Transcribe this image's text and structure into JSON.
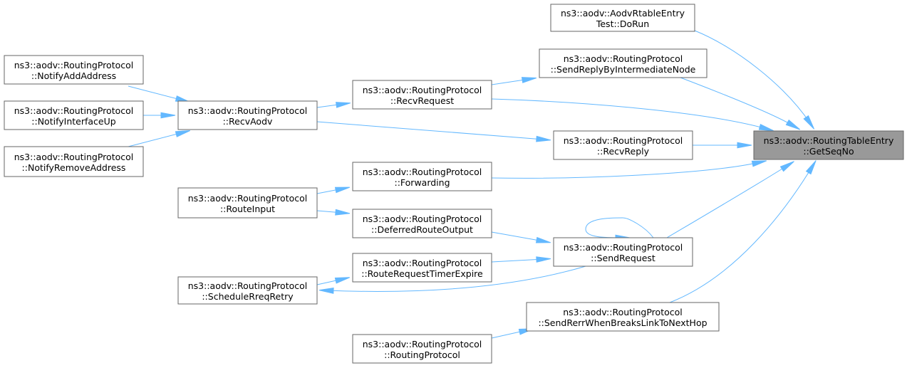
{
  "colors": {
    "edge": "#63b8ff",
    "node_border": "#666666",
    "node_fill": "#ffffff",
    "target_fill": "#999999"
  },
  "nodes": [
    {
      "id": "getseqno",
      "target": true,
      "lines": [
        "ns3::aodv::RoutingTableEntry",
        "::GetSeqNo"
      ]
    },
    {
      "id": "dorun",
      "lines": [
        "ns3::aodv::AodvRtableEntry",
        "Test::DoRun"
      ]
    },
    {
      "id": "sendreplyint",
      "lines": [
        "ns3::aodv::RoutingProtocol",
        "::SendReplyByIntermediateNode"
      ]
    },
    {
      "id": "recvrequest",
      "lines": [
        "ns3::aodv::RoutingProtocol",
        "::RecvRequest"
      ]
    },
    {
      "id": "recvaodv",
      "lines": [
        "ns3::aodv::RoutingProtocol",
        "::RecvAodv"
      ]
    },
    {
      "id": "notifyadd",
      "lines": [
        "ns3::aodv::RoutingProtocol",
        "::NotifyAddAddress"
      ]
    },
    {
      "id": "notifyup",
      "lines": [
        "ns3::aodv::RoutingProtocol",
        "::NotifyInterfaceUp"
      ]
    },
    {
      "id": "notifyremove",
      "lines": [
        "ns3::aodv::RoutingProtocol",
        "::NotifyRemoveAddress"
      ]
    },
    {
      "id": "recvreply",
      "lines": [
        "ns3::aodv::RoutingProtocol",
        "::RecvReply"
      ]
    },
    {
      "id": "forwarding",
      "lines": [
        "ns3::aodv::RoutingProtocol",
        "::Forwarding"
      ]
    },
    {
      "id": "routeinput",
      "lines": [
        "ns3::aodv::RoutingProtocol",
        "::RouteInput"
      ]
    },
    {
      "id": "deferred",
      "lines": [
        "ns3::aodv::RoutingProtocol",
        "::DeferredRouteOutput"
      ]
    },
    {
      "id": "sendrequest",
      "lines": [
        "ns3::aodv::RoutingProtocol",
        "::SendRequest"
      ]
    },
    {
      "id": "rrtimer",
      "lines": [
        "ns3::aodv::RoutingProtocol",
        "::RouteRequestTimerExpire"
      ]
    },
    {
      "id": "schedretry",
      "lines": [
        "ns3::aodv::RoutingProtocol",
        "::ScheduleRreqRetry"
      ]
    },
    {
      "id": "sendrerr",
      "lines": [
        "ns3::aodv::RoutingProtocol",
        "::SendRerrWhenBreaksLinkToNextHop"
      ]
    },
    {
      "id": "rpctor",
      "lines": [
        "ns3::aodv::RoutingProtocol",
        "::RoutingProtocol"
      ]
    }
  ],
  "edges": [
    {
      "from": "dorun",
      "to": "getseqno"
    },
    {
      "from": "sendreplyint",
      "to": "getseqno"
    },
    {
      "from": "recvrequest",
      "to": "getseqno"
    },
    {
      "from": "recvreply",
      "to": "getseqno"
    },
    {
      "from": "forwarding",
      "to": "getseqno"
    },
    {
      "from": "sendrequest",
      "to": "getseqno"
    },
    {
      "from": "sendrerr",
      "to": "getseqno"
    },
    {
      "from": "recvrequest",
      "to": "sendreplyint"
    },
    {
      "from": "recvaodv",
      "to": "recvrequest"
    },
    {
      "from": "recvaodv",
      "to": "recvreply"
    },
    {
      "from": "notifyadd",
      "to": "recvaodv"
    },
    {
      "from": "notifyup",
      "to": "recvaodv"
    },
    {
      "from": "notifyremove",
      "to": "recvaodv"
    },
    {
      "from": "routeinput",
      "to": "forwarding"
    },
    {
      "from": "routeinput",
      "to": "deferred"
    },
    {
      "from": "deferred",
      "to": "sendrequest"
    },
    {
      "from": "rrtimer",
      "to": "sendrequest"
    },
    {
      "from": "sendrequest",
      "to": "sendrequest"
    },
    {
      "from": "schedretry",
      "to": "rrtimer"
    },
    {
      "from": "sendrequest",
      "to": "schedretry"
    },
    {
      "from": "rpctor",
      "to": "sendrerr"
    }
  ]
}
